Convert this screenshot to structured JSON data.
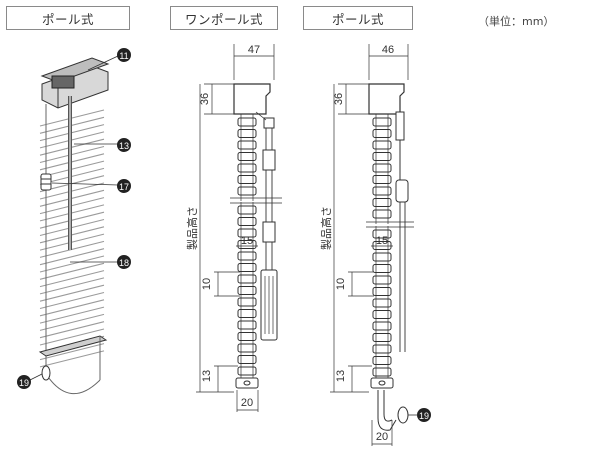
{
  "tabs": {
    "left": "ポール式",
    "middle": "ワンポール式",
    "right": "ポール式"
  },
  "unit_label": "（単位：mm）",
  "callouts": {
    "c11": "11",
    "c13": "13",
    "c17": "17",
    "c18": "18",
    "c19a": "19",
    "c19b": "19"
  },
  "dimensions": {
    "mid": {
      "width_top": "47",
      "head_height": "36",
      "product_height": "製品高さ",
      "slat_pitch": "15",
      "slat_gap": "10",
      "bottom_height": "13",
      "bottom_width": "20"
    },
    "right": {
      "width_top": "46",
      "head_height": "36",
      "product_height": "製品高さ",
      "slat_pitch": "15",
      "slat_gap": "10",
      "bottom_height": "13",
      "bottom_width": "20"
    }
  }
}
